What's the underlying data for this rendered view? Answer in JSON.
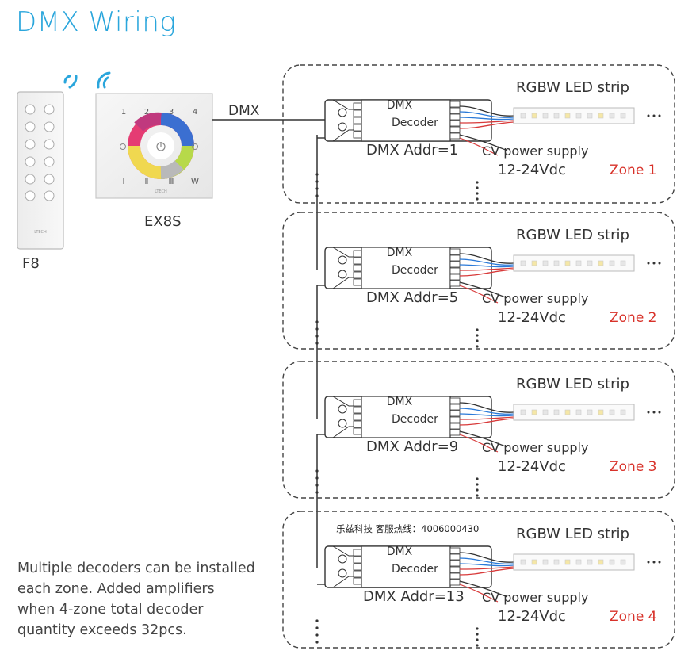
{
  "title": "DMX Wiring",
  "remote": {
    "label": "F8",
    "brand": "LTECH"
  },
  "wall_panel": {
    "label": "EX8S",
    "brand": "LTECH",
    "buttons": [
      "1",
      "2",
      "3",
      "4",
      "Ⅰ",
      "Ⅱ",
      "Ⅲ",
      "W"
    ]
  },
  "dmx_line_label": "DMX",
  "zones": [
    {
      "name": "Zone 1",
      "decoder": [
        "DMX",
        "Decoder"
      ],
      "addr": "DMX Addr=1",
      "strip": "RGBW LED strip",
      "supply": "CV power supply",
      "voltage": "12-24Vdc"
    },
    {
      "name": "Zone 2",
      "decoder": [
        "DMX",
        "Decoder"
      ],
      "addr": "DMX Addr=5",
      "strip": "RGBW LED strip",
      "supply": "CV power supply",
      "voltage": "12-24Vdc"
    },
    {
      "name": "Zone 3",
      "decoder": [
        "DMX",
        "Decoder"
      ],
      "addr": "DMX Addr=9",
      "strip": "RGBW LED strip",
      "supply": "CV power supply",
      "voltage": "12-24Vdc"
    },
    {
      "name": "Zone 4",
      "decoder": [
        "DMX",
        "Decoder"
      ],
      "addr": "DMX Addr=13",
      "strip": "RGBW LED strip",
      "supply": "CV power supply",
      "voltage": "12-24Vdc"
    }
  ],
  "watermark": "乐兹科技 客服热线：4006000430",
  "note": "Multiple decoders can be installed each zone. Added amplifiers when 4-zone total decoder quantity exceeds 32pcs.",
  "colors": {
    "title": "#2aa6dc",
    "zone_label": "#d8322a",
    "wire": "#333333",
    "signal_icon": "#2aa6dc"
  }
}
